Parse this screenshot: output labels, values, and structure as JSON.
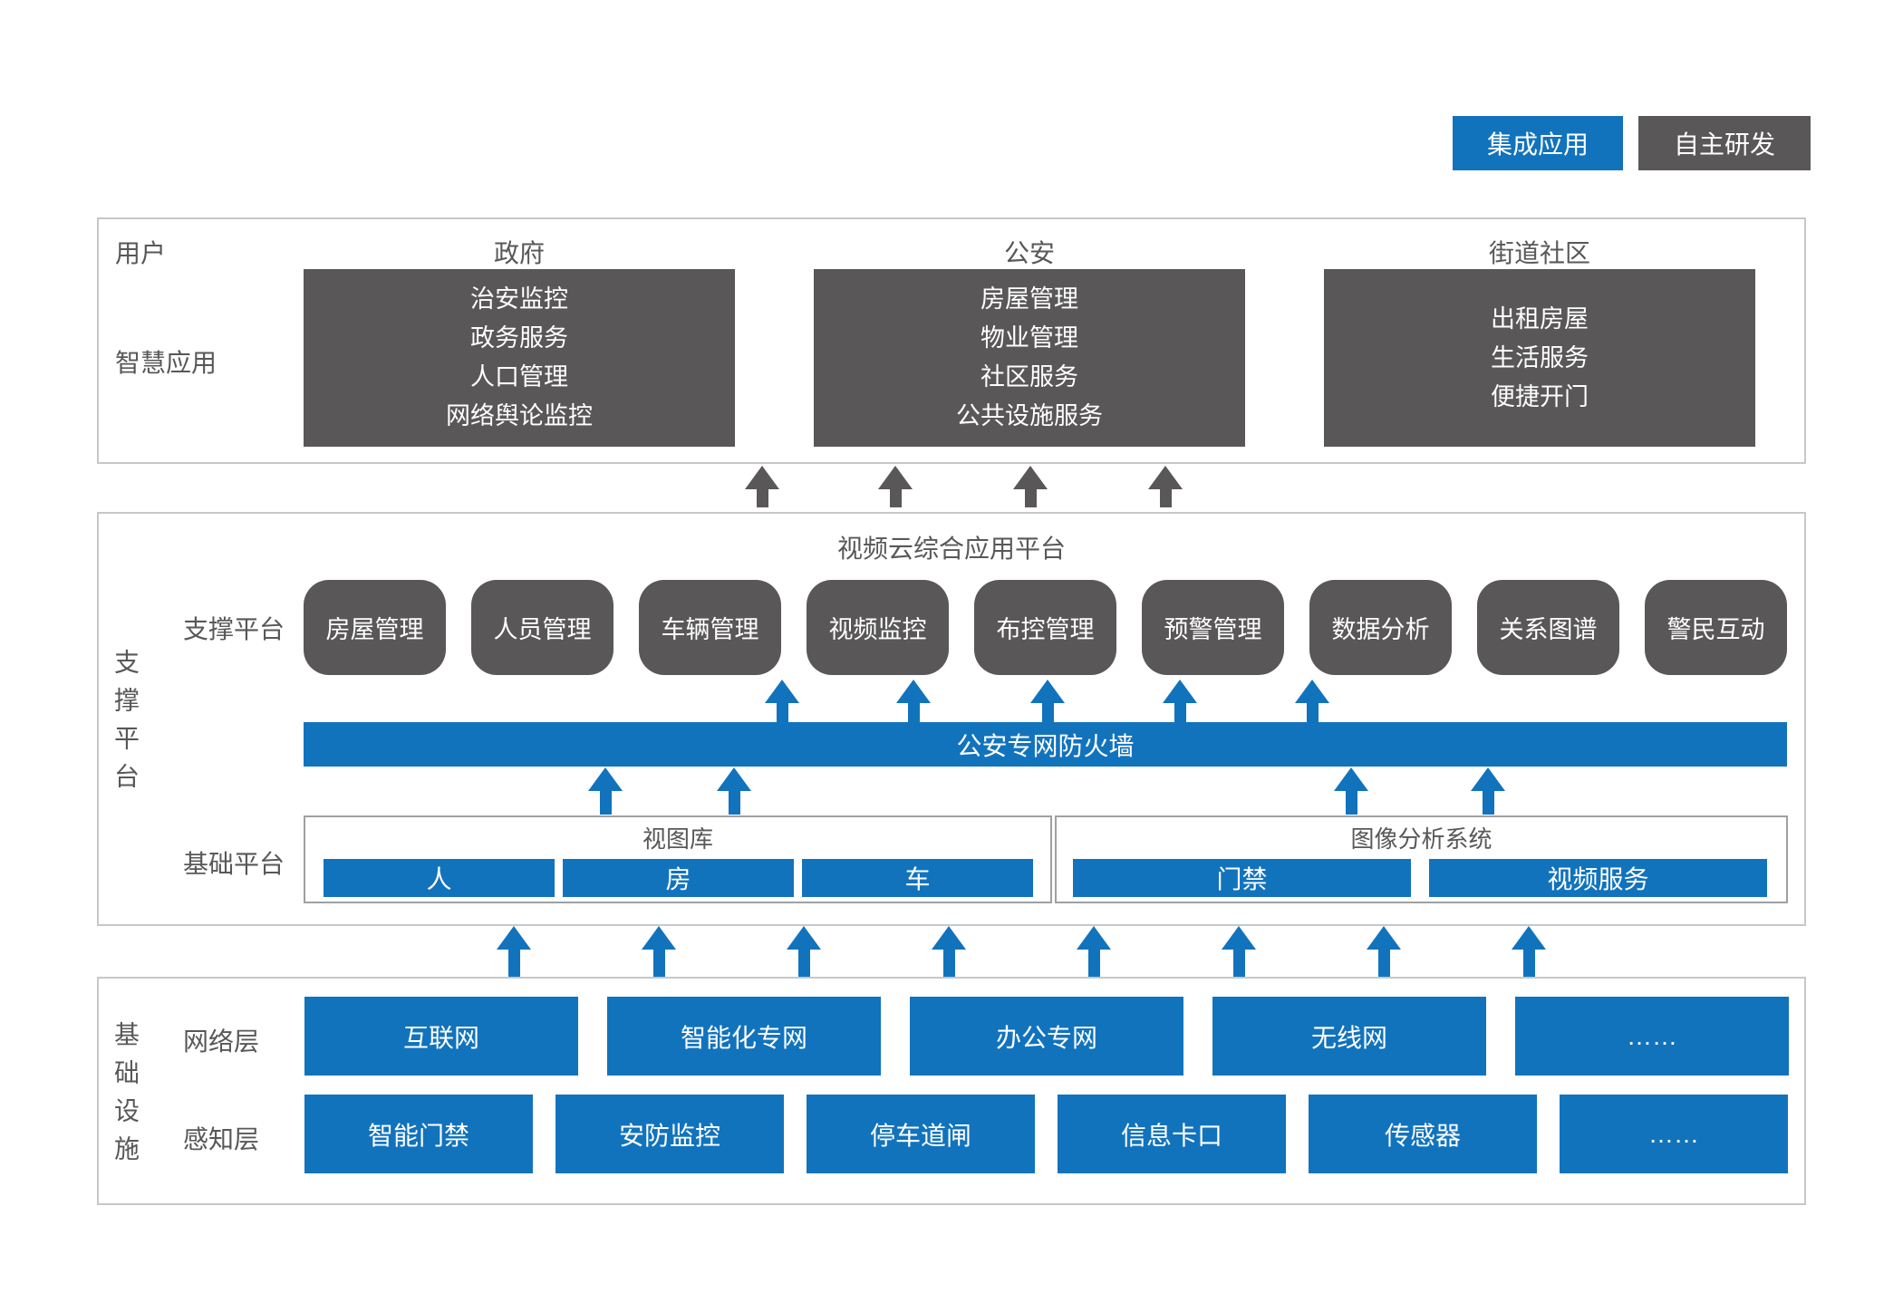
{
  "legend": {
    "integrated": {
      "label": "集成应用",
      "color": "#1273bd"
    },
    "self_developed": {
      "label": "自主研发",
      "color": "#595757"
    }
  },
  "user_layer": {
    "users_label": "用户",
    "smart_apps_label": "智慧应用",
    "columns": [
      {
        "header": "政府",
        "items": [
          "治安监控",
          "政务服务",
          "人口管理",
          "网络舆论监控"
        ]
      },
      {
        "header": "公安",
        "items": [
          "房屋管理",
          "物业管理",
          "社区服务",
          "公共设施服务"
        ]
      },
      {
        "header": "街道社区",
        "items": [
          "出租房屋",
          "生活服务",
          "便捷开门"
        ]
      }
    ]
  },
  "support_layer": {
    "side_label": "支撑平台",
    "platform_title": "视频云综合应用平台",
    "support_row_label": "支撑平台",
    "modules": [
      "房屋管理",
      "人员管理",
      "车辆管理",
      "视频监控",
      "布控管理",
      "预警管理",
      "数据分析",
      "关系图谱",
      "警民互动"
    ],
    "firewall_label": "公安专网防火墙",
    "base_row_label": "基础平台",
    "video_library": {
      "title": "视图库",
      "items": [
        "人",
        "房",
        "车"
      ]
    },
    "image_analysis": {
      "title": "图像分析系统",
      "items": [
        "门禁",
        "视频服务"
      ]
    }
  },
  "infrastructure_layer": {
    "side_label": "基础设施",
    "network_row": {
      "label": "网络层",
      "items": [
        "互联网",
        "智能化专网",
        "办公专网",
        "无线网",
        "……"
      ]
    },
    "sensing_row": {
      "label": "感知层",
      "items": [
        "智能门禁",
        "安防监控",
        "停车道闸",
        "信息卡口",
        "传感器",
        "……"
      ]
    }
  },
  "colors": {
    "accent_blue": "#1273bd",
    "dark_gray": "#595757",
    "panel_border": "#c6c7c8"
  }
}
